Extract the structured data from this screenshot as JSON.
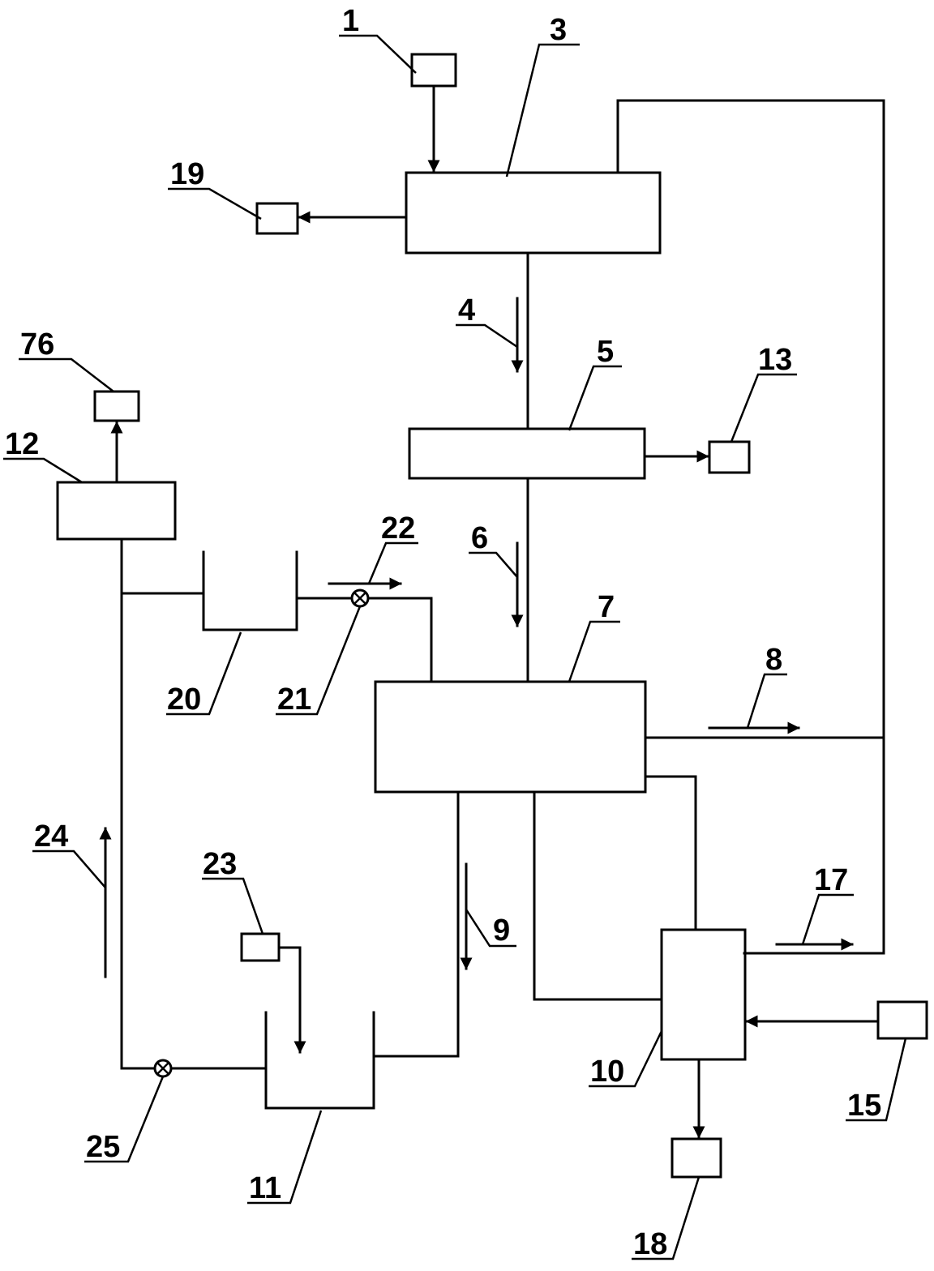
{
  "diagram": {
    "labels": {
      "l1": "1",
      "l3": "3",
      "l4": "4",
      "l5": "5",
      "l6": "6",
      "l7": "7",
      "l8": "8",
      "l9": "9",
      "l10": "10",
      "l11": "11",
      "l12": "12",
      "l13": "13",
      "l15": "15",
      "l17": "17",
      "l18": "18",
      "l19": "19",
      "l20": "20",
      "l21": "21",
      "l22": "22",
      "l23": "23",
      "l24": "24",
      "l25": "25",
      "l76": "76"
    }
  }
}
